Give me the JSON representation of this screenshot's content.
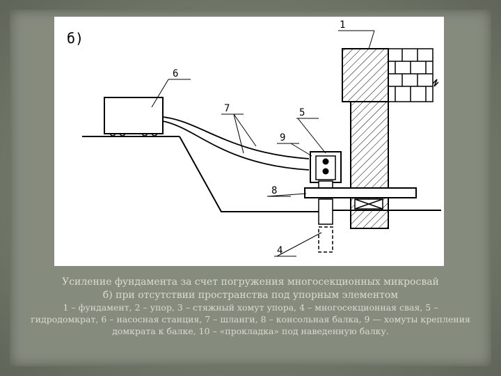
{
  "figure": {
    "panel_label": "б)",
    "callouts": [
      "1",
      "6",
      "7",
      "5",
      "9",
      "8",
      "4"
    ]
  },
  "caption": {
    "title": "Усиление фундамента за счет погружения многосекционных микросвай",
    "subtitle": "б) при отсутствии пространства под упорным элементом",
    "legend": "1 – фундамент, 2 – упор, 3 – стяжный хомут упора, 4 – многосекционная свая, 5 – гидродомкрат, 6 – насосная станция, 7 – шланги, 8 – консольная балка, 9 — хомуты крепления домкрата к балке, 10 – «прокладка» под наведенную балку."
  }
}
